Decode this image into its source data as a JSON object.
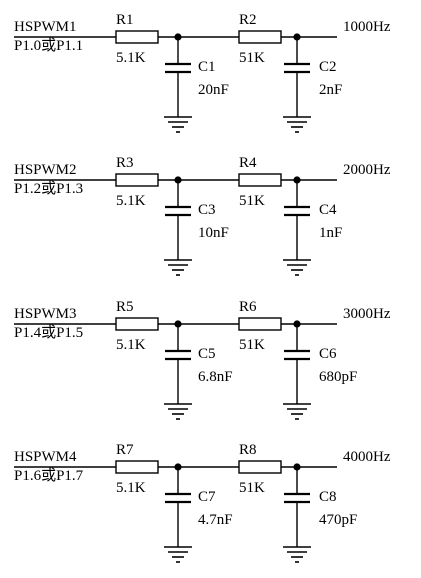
{
  "filters": [
    {
      "signal": "HSPWM1",
      "pins": "P1.0或P1.1",
      "r1": {
        "ref": "R1",
        "value": "5.1K"
      },
      "r2": {
        "ref": "R2",
        "value": "51K"
      },
      "c1": {
        "ref": "C1",
        "value": "20nF"
      },
      "c2": {
        "ref": "C2",
        "value": "2nF"
      },
      "output": "1000Hz"
    },
    {
      "signal": "HSPWM2",
      "pins": "P1.2或P1.3",
      "r1": {
        "ref": "R3",
        "value": "5.1K"
      },
      "r2": {
        "ref": "R4",
        "value": "51K"
      },
      "c1": {
        "ref": "C3",
        "value": "10nF"
      },
      "c2": {
        "ref": "C4",
        "value": "1nF"
      },
      "output": "2000Hz"
    },
    {
      "signal": "HSPWM3",
      "pins": "P1.4或P1.5",
      "r1": {
        "ref": "R5",
        "value": "5.1K"
      },
      "r2": {
        "ref": "R6",
        "value": "51K"
      },
      "c1": {
        "ref": "C5",
        "value": "6.8nF"
      },
      "c2": {
        "ref": "C6",
        "value": "680pF"
      },
      "output": "3000Hz"
    },
    {
      "signal": "HSPWM4",
      "pins": "P1.6或P1.7",
      "r1": {
        "ref": "R7",
        "value": "5.1K"
      },
      "r2": {
        "ref": "R8",
        "value": "51K"
      },
      "c1": {
        "ref": "C7",
        "value": "4.7nF"
      },
      "c2": {
        "ref": "C8",
        "value": "470pF"
      },
      "output": "4000Hz"
    }
  ]
}
